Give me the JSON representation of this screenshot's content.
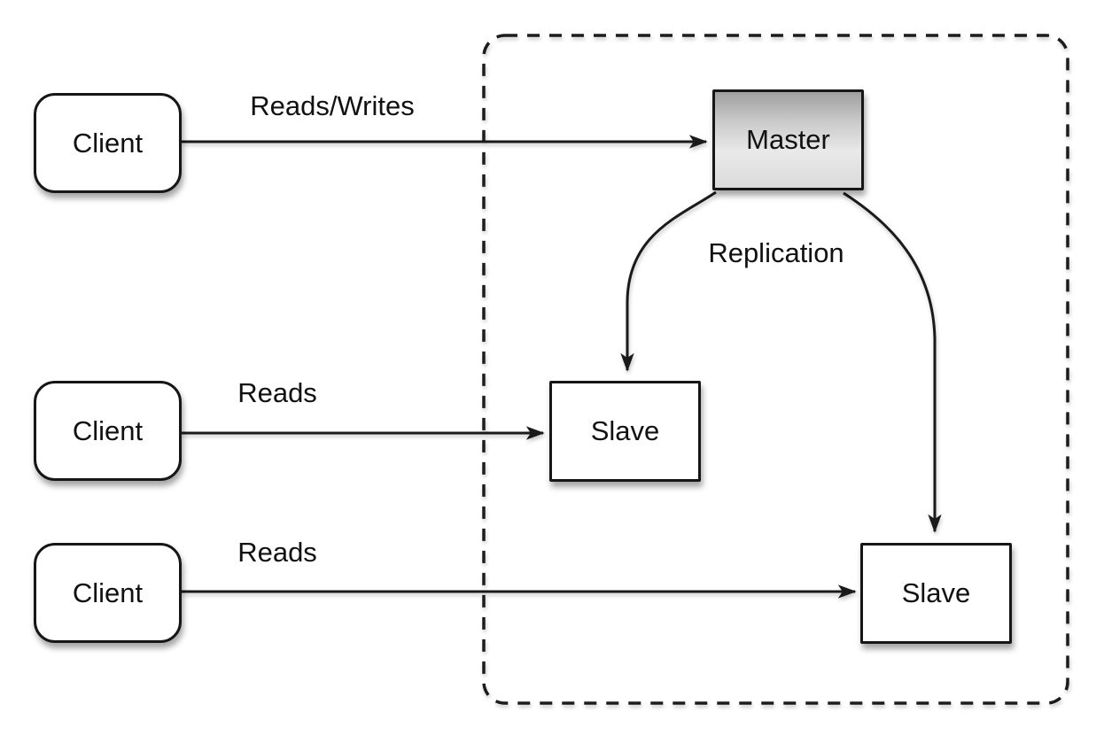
{
  "diagram": {
    "type": "master-slave-replication-architecture",
    "colors": {
      "line": "#1a1a1a",
      "box_border": "#161616",
      "text": "#111111",
      "master_gradient_top": "#9f9f9f",
      "master_gradient_bottom": "#dadada",
      "background": "#ffffff"
    }
  },
  "nodes": {
    "client_top": {
      "label": "Client"
    },
    "client_mid": {
      "label": "Client"
    },
    "client_bot": {
      "label": "Client"
    },
    "master": {
      "label": "Master"
    },
    "slave_1": {
      "label": "Slave"
    },
    "slave_2": {
      "label": "Slave"
    }
  },
  "edges": {
    "reads_writes": {
      "label": "Reads/Writes",
      "from": "client_top",
      "to": "master"
    },
    "reads_mid": {
      "label": "Reads",
      "from": "client_mid",
      "to": "slave_1"
    },
    "reads_bot": {
      "label": "Reads",
      "from": "client_bot",
      "to": "slave_2"
    },
    "replication": {
      "label": "Replication",
      "from": "master",
      "to": "slave_1 and slave_2"
    }
  }
}
